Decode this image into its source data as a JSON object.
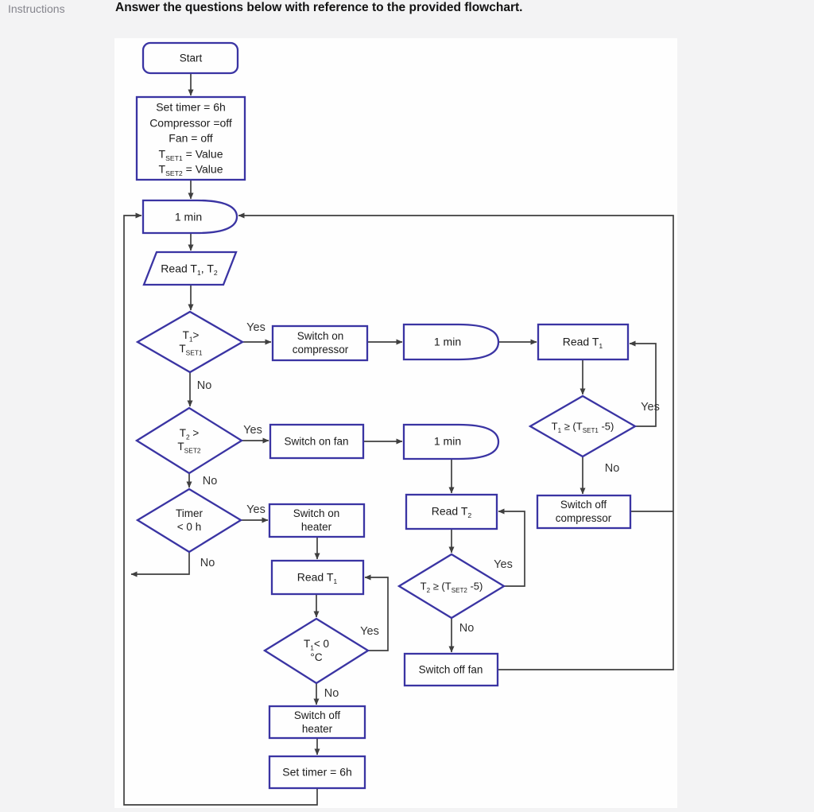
{
  "header": {
    "instructions_label": "Instructions",
    "prompt": "Answer the questions below with reference to the provided flowchart."
  },
  "colors": {
    "shape_border": "#3a34a3",
    "connector_line": "#3f3f3f",
    "canvas_bg": "#fefefe",
    "page_bg": "#f3f3f4",
    "text": "#1b1b1b",
    "muted_label": "#85858d"
  },
  "flowchart": {
    "nodes": {
      "start": {
        "label": "Start"
      },
      "init": {
        "lines": [
          "Set timer = 6h",
          "Compressor =off",
          "Fan = off",
          "T~SET1~ = Value",
          "T~SET2~ = Value"
        ]
      },
      "delay_main": {
        "label": "1 min"
      },
      "read_t1_t2": {
        "label": "Read T~1~, T~2~"
      },
      "decision_t1": {
        "lines": [
          "T~1~>",
          "T~SET1~"
        ]
      },
      "switch_on_compressor": {
        "lines": [
          "Switch on",
          "compressor"
        ]
      },
      "delay_compressor": {
        "label": "1 min"
      },
      "read_t1_compressor": {
        "label": "Read T~1~"
      },
      "decision_t1_hysteresis": {
        "label": "T~1~ ≥ (T~SET1~ -5)"
      },
      "switch_off_compressor": {
        "lines": [
          "Switch off",
          "compressor"
        ]
      },
      "decision_t2": {
        "lines": [
          "T~2~ >",
          "T~SET2~"
        ]
      },
      "switch_on_fan": {
        "label": "Switch on fan"
      },
      "delay_fan": {
        "label": "1 min"
      },
      "read_t2_fan": {
        "label": "Read T~2~"
      },
      "decision_t2_hysteresis": {
        "label": "T~2~ ≥ (T~SET2~ -5)"
      },
      "switch_off_fan": {
        "label": "Switch off fan"
      },
      "decision_timer": {
        "lines": [
          "Timer",
          "< 0 h"
        ]
      },
      "switch_on_heater": {
        "lines": [
          "Switch on",
          "heater"
        ]
      },
      "read_t1_heater": {
        "label": "Read T~1~"
      },
      "decision_t1_freeze": {
        "lines": [
          "T~1~< 0",
          "°C"
        ]
      },
      "switch_off_heater": {
        "lines": [
          "Switch off",
          "heater"
        ]
      },
      "set_timer_reset": {
        "label": "Set timer = 6h"
      }
    },
    "edge_labels": {
      "yes": "Yes",
      "no": "No"
    }
  }
}
